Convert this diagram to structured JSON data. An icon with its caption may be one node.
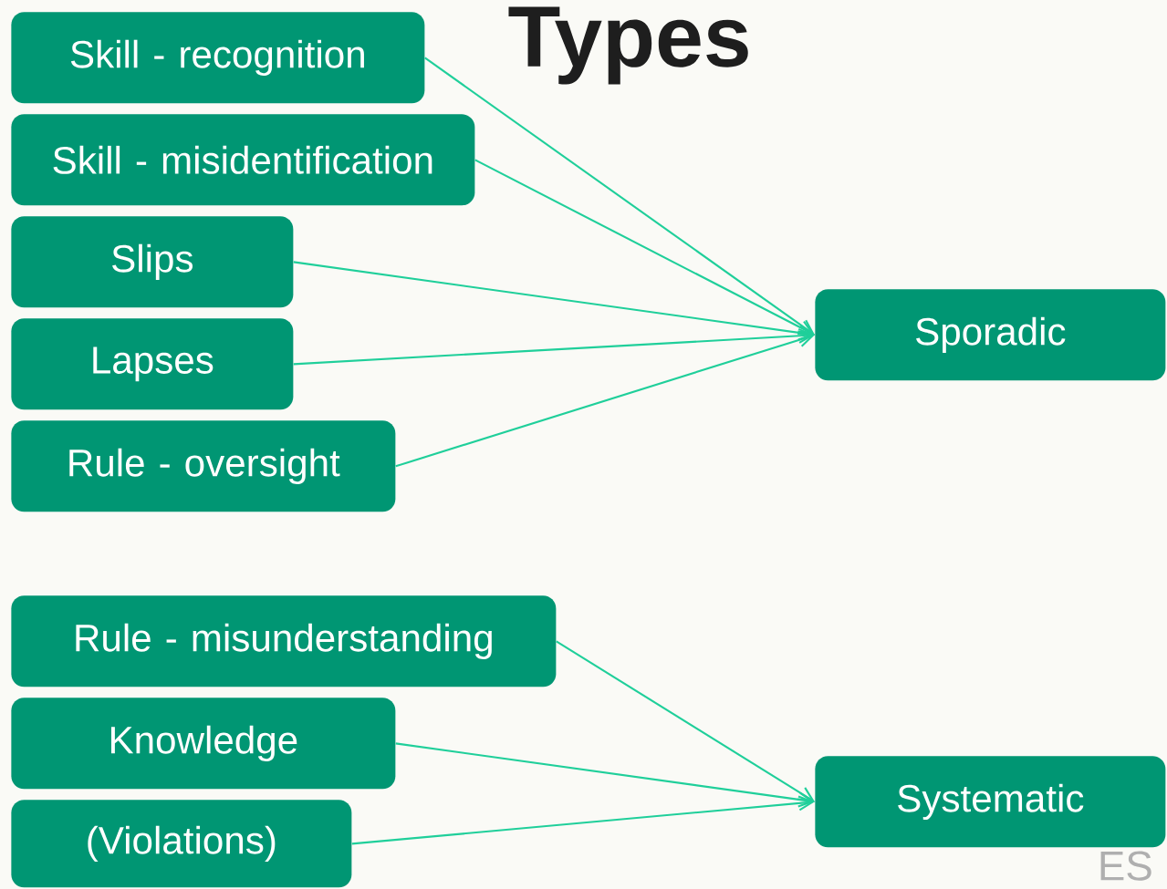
{
  "diagram": {
    "title": "Types",
    "nodes": [
      {
        "text": [
          "Skill - recognition"
        ]
      },
      {
        "text": [
          "Skill - misidentification"
        ]
      },
      {
        "text": [
          "Slips"
        ]
      },
      {
        "text": [
          "Lapses"
        ]
      },
      {
        "text": [
          "Rule - oversight"
        ]
      },
      {
        "text": [
          "Rule - misunderstanding"
        ]
      },
      {
        "text": [
          "Knowledge"
        ]
      },
      {
        "text": [
          "(Violations)"
        ]
      },
      {
        "text": [
          "Sporadic"
        ]
      },
      {
        "text": [
          "Systematic"
        ]
      }
    ],
    "edges": [
      {
        "from": 0,
        "to": 8,
        "arrow": "to"
      },
      {
        "from": 1,
        "to": 8,
        "arrow": "to"
      },
      {
        "from": 2,
        "to": 8,
        "arrow": "to"
      },
      {
        "from": 3,
        "to": 8,
        "arrow": "to"
      },
      {
        "from": 4,
        "to": 8,
        "arrow": "to"
      },
      {
        "from": 5,
        "to": 9,
        "arrow": "to"
      },
      {
        "from": 6,
        "to": 9,
        "arrow": "to"
      },
      {
        "from": 7,
        "to": 9,
        "arrow": "to"
      }
    ],
    "labels": [
      "ES"
    ]
  }
}
